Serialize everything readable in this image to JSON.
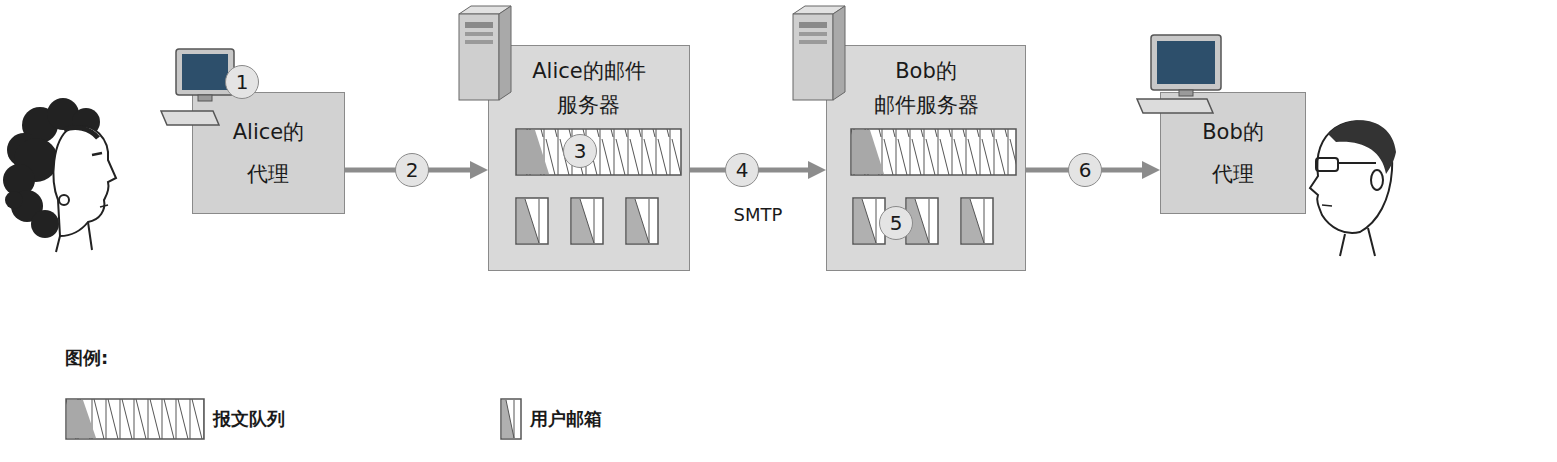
{
  "diagram": {
    "nodes": [
      {
        "text": [
          "Alice的 代理"
        ]
      },
      {
        "text": [
          "Alice的邮件 服务器"
        ]
      },
      {
        "text": [
          "Bob的 邮件服务器"
        ]
      },
      {
        "text": [
          "Bob的 代理"
        ]
      }
    ],
    "edges": [
      {
        "from": 0,
        "to": 1,
        "arrow": "to"
      },
      {
        "from": 1,
        "to": 2,
        "label": "SMTP",
        "arrow": "to"
      },
      {
        "from": 2,
        "to": 3,
        "arrow": "to"
      }
    ],
    "labels": [
      "1",
      "2",
      "3",
      "4",
      "5",
      "6",
      "图例:"
    ],
    "legend": [
      {
        "text": "报文队列"
      },
      {
        "text": "用户邮箱"
      }
    ]
  }
}
